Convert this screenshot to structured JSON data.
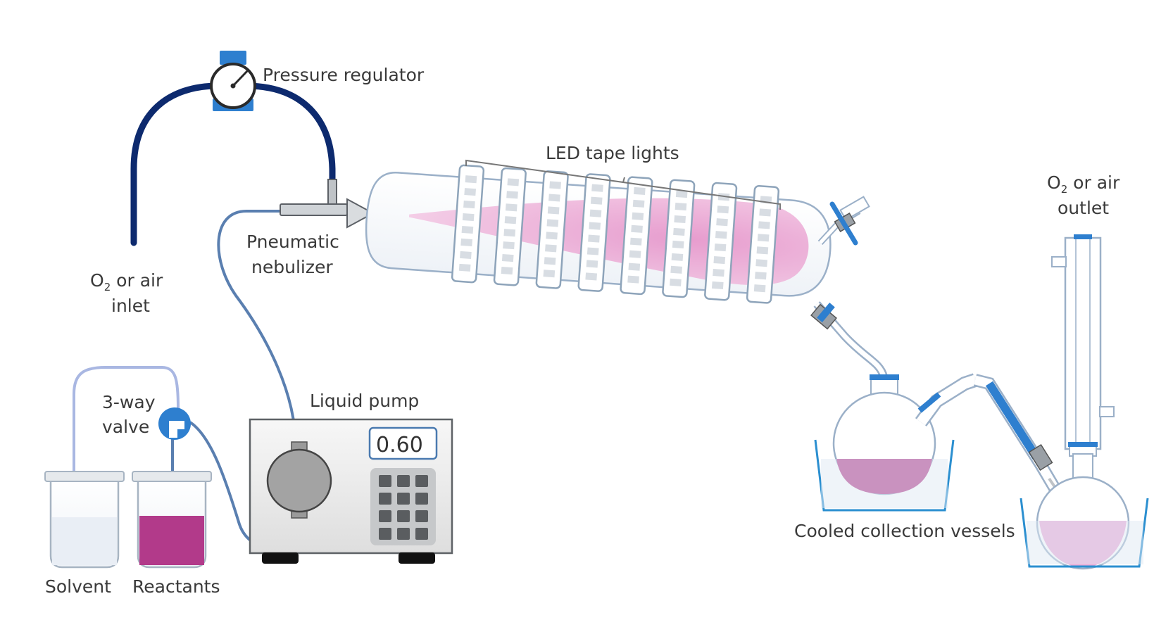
{
  "labels": {
    "pressure_regulator": "Pressure regulator",
    "led_tape_lights": "LED tape lights",
    "o2_outlet_line1_pre": "O",
    "o2_outlet_sub": "2",
    "o2_outlet_line1_post": " or air",
    "o2_outlet_line2": "outlet",
    "o2_inlet_line1_pre": "O",
    "o2_inlet_sub": "2",
    "o2_inlet_line1_post": " or air",
    "o2_inlet_line2": "inlet",
    "nebulizer_line1": "Pneumatic",
    "nebulizer_line2": "nebulizer",
    "valve_line1": "3-way",
    "valve_line2": "valve",
    "liquid_pump": "Liquid pump",
    "pump_display": "0.60",
    "solvent": "Solvent",
    "reactants": "Reactants",
    "cooled_vessels": "Cooled collection vessels"
  },
  "colors": {
    "reaction_liquid": "#b23a8a",
    "spray": "#e8a6d0",
    "gas_tubing": "#0d2a6e",
    "liquid_tubing": "#5a7fb0",
    "glass_outline": "#9bb0c8",
    "fitting_blue": "#2e7fcf",
    "ice_bath": "#2b8fd0"
  }
}
